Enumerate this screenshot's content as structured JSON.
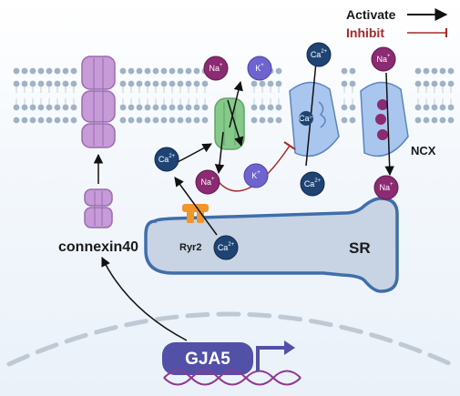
{
  "legend": {
    "activate_label": "Activate",
    "inhibit_label": "Inhibit",
    "activate_color": "#111111",
    "inhibit_color": "#a52a2a"
  },
  "labels": {
    "connexin": "connexin40",
    "gene": "GJA5",
    "sr": "SR",
    "ryr2": "Ryr2",
    "ncx": "NCX"
  },
  "ions": {
    "na": "Na",
    "k": "K",
    "ca": "Ca",
    "plus": "+",
    "two_plus": "2+"
  },
  "colors": {
    "membrane_head": "#9fb2c6",
    "connexin": "#c79ad8",
    "potassium_channel": "#86c98a",
    "exchanger": "#a9c6ee",
    "sr": "#c8d3e3",
    "sr_border": "#3f6eaa",
    "ryr2": "#f0962a",
    "sodium_ion": "#8c2a72",
    "potassium_ion": "#6f63cf",
    "calcium_ion": "#1e4474",
    "gene_box": "#5350a8",
    "dna": "#8e3a8e"
  }
}
